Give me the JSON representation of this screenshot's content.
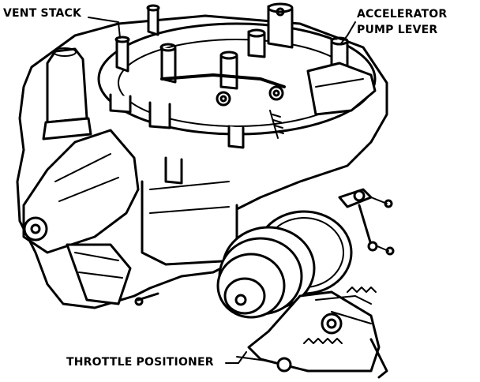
{
  "labels": {
    "vent_stack": "VENT STACK",
    "accelerator_pump_lever_line1": "ACCELERATOR",
    "accelerator_pump_lever_line2": "PUMP LEVER",
    "throttle_positioner": "THROTTLE POSITIONER"
  },
  "colors": {
    "ink": "#000000",
    "paper": "#ffffff"
  }
}
